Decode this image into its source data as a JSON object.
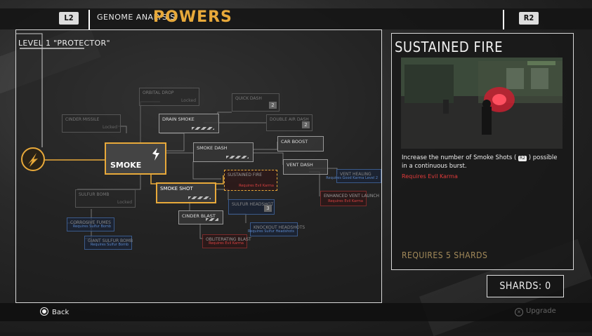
{
  "header": {
    "left_button": "L2",
    "right_button": "R2",
    "tab_genome": "GENOME ANALYSIS",
    "tab_powers": "POWERS"
  },
  "tree": {
    "level_label": "LEVEL 1 \"PROTECTOR\"",
    "root_icon": "fire-power-icon",
    "nodes": {
      "orbital_drop": {
        "name": "ORBITAL DROP",
        "status": "Locked"
      },
      "quick_dash": {
        "name": "QUICK DASH",
        "badge": "2"
      },
      "cinder_missile": {
        "name": "CINDER MISSILE",
        "status": "Locked"
      },
      "drain_smoke": {
        "name": "DRAIN SMOKE"
      },
      "double_air_dash": {
        "name": "DOUBLE AIR DASH",
        "badge": "2"
      },
      "smoke": {
        "name": "SMOKE"
      },
      "smoke_dash": {
        "name": "SMOKE DASH"
      },
      "car_boost": {
        "name": "CAR BOOST"
      },
      "vent_dash": {
        "name": "VENT DASH"
      },
      "vent_healing": {
        "name": "VENT HEALING",
        "status": "Requires Good Karma Level 2"
      },
      "sustained_fire": {
        "name": "SUSTAINED FIRE",
        "status": "Requires Evil Karma"
      },
      "smoke_shot": {
        "name": "SMOKE SHOT"
      },
      "sulfur_bomb": {
        "name": "SULFUR BOMB",
        "status": "Locked"
      },
      "sulfur_headshot": {
        "name": "SULFUR HEADSHOT",
        "badge": "3"
      },
      "enhanced_vent_launch": {
        "name": "ENHANCED VENT LAUNCH",
        "status": "Requires Evil Karma"
      },
      "corrosive_fumes": {
        "name": "CORROSIVE FUMES",
        "status": "Requires Sulfur Bomb"
      },
      "cinder_blast": {
        "name": "CINDER BLAST"
      },
      "knockout_headshots": {
        "name": "KNOCKOUT HEADSHOTS",
        "status": "Requires Sulfur Headshots"
      },
      "giant_sulfur_bomb": {
        "name": "GIANT SULFUR BOMB",
        "status": "Requires Sulfur Bomb"
      },
      "obliterating_blast": {
        "name": "OBLITERATING BLAST",
        "status": "Requires Evil Karma"
      }
    }
  },
  "detail": {
    "title": "SUSTAINED FIRE",
    "description_before": "Increase the number of Smoke Shots (",
    "description_button": "R2",
    "description_after": ") possible in a continuous burst.",
    "requirement": "Requires Evil Karma",
    "cost": "REQUIRES 5 SHARDS"
  },
  "shards": {
    "label": "SHARDS: 0"
  },
  "footer": {
    "back_label": "Back",
    "upgrade_label": "Upgrade"
  },
  "colors": {
    "accent": "#e8a93a",
    "evil": "#e03a3a",
    "good": "#3b5a8a"
  }
}
